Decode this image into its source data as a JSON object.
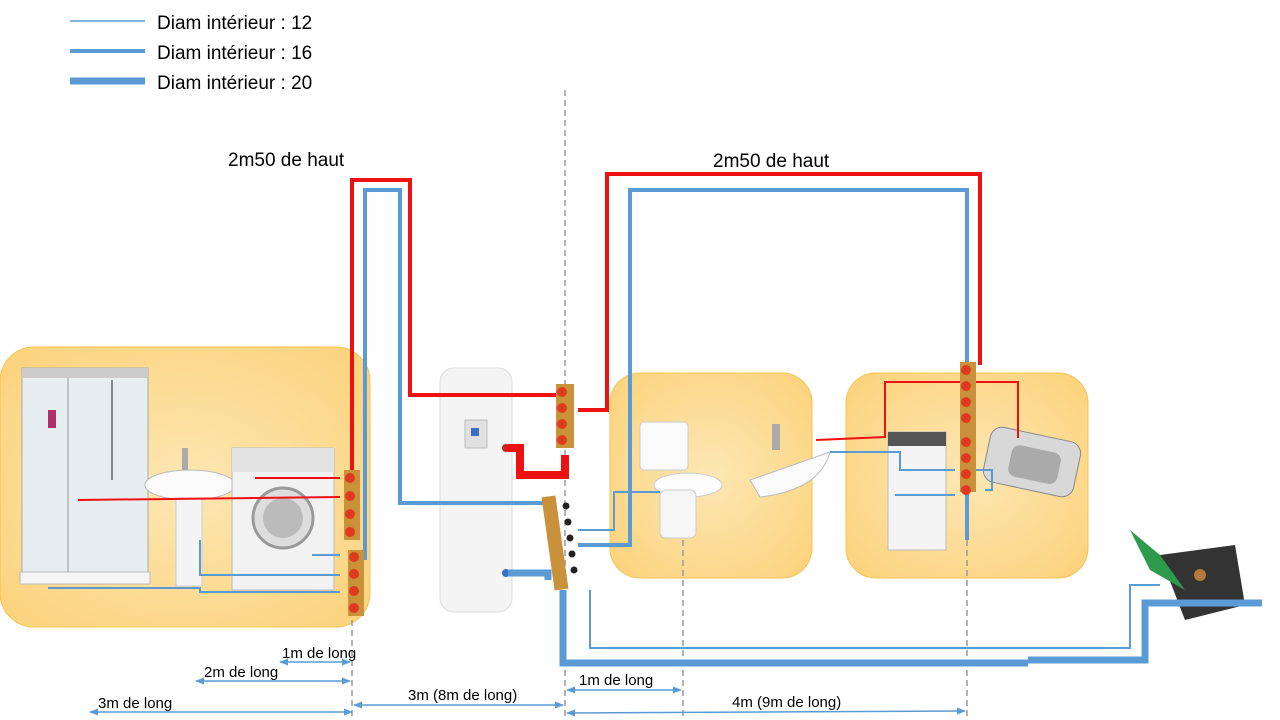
{
  "legend": [
    {
      "label": "Diam intérieur : 12"
    },
    {
      "label": "Diam intérieur : 16"
    },
    {
      "label": "Diam intérieur : 20"
    }
  ],
  "heights": {
    "left": "2m50 de haut",
    "right": "2m50 de haut"
  },
  "dimensions": {
    "left_1m": "1m de long",
    "left_2m": "2m de long",
    "left_3m": "3m de long",
    "middle": "3m (8m de long)",
    "right_1m": "1m de long",
    "right_4m": "4m (9m de long)"
  },
  "colors": {
    "hot": "#ee1111",
    "cold": "#5b9bd5",
    "room": "#fddb8f",
    "brass": "#c9913a"
  }
}
